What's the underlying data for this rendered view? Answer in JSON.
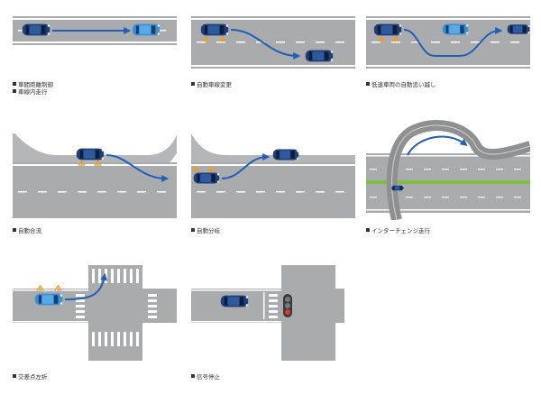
{
  "colors": {
    "road": "#a9abad",
    "road_dark": "#9a9c9e",
    "edge": "#ffffff",
    "arrow": "#1f5fb8",
    "car_dark": "#1e3f78",
    "car_light": "#3b8fd6",
    "sensor": "#f39a1e",
    "median": "#7fbf3f"
  },
  "panels": [
    {
      "id": "acc",
      "captions": [
        "車間距離制御",
        "車線内走行"
      ]
    },
    {
      "id": "lane_change",
      "captions": [
        "自動車線変更"
      ]
    },
    {
      "id": "overtake",
      "captions": [
        "低速車両の自動追い越し"
      ]
    },
    {
      "id": "merge",
      "captions": [
        "自動合流"
      ]
    },
    {
      "id": "diverge",
      "captions": [
        "自動分岐"
      ]
    },
    {
      "id": "interchange",
      "captions": [
        "インターチェンジ走行"
      ]
    },
    {
      "id": "left_turn",
      "captions": [
        "交差点左折"
      ]
    },
    {
      "id": "signal_stop",
      "captions": [
        "信号停止"
      ]
    }
  ]
}
